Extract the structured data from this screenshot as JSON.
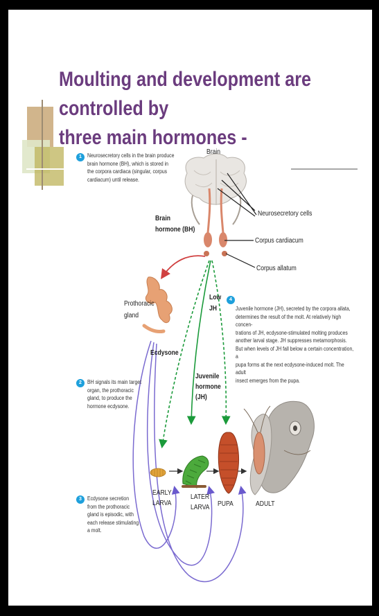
{
  "title": {
    "line1": "Moulting and development are controlled by",
    "line2": "three main hormones -"
  },
  "labels": {
    "brain": "Brain",
    "neurosecretory_cells": "Neurosecretory cells",
    "corpus_cardiacum": "Corpus cardiacum",
    "corpus_allatum": "Corpus allatum",
    "brain_hormone_1": "Brain",
    "brain_hormone_2": "hormone (BH)",
    "prothoracic_1": "Prothoracic",
    "prothoracic_2": "gland",
    "ecdysone": "Ecdysone",
    "low_jh_1": "Low",
    "low_jh_2": "JH",
    "juvenile_1": "Juvenile",
    "juvenile_2": "hormone",
    "juvenile_3": "(JH)",
    "early_larva_1": "EARLY",
    "early_larva_2": "LARVA",
    "later_larva_1": "LATER",
    "later_larva_2": "LARVA",
    "pupa": "PUPA",
    "adult": "ADULT"
  },
  "steps": [
    {
      "num": "1",
      "lines": [
        "Neurosecretory cells in the brain produce",
        "brain hormone (BH), which is stored in",
        "the corpora cardiaca (singular, corpus",
        "cardiacum) until release."
      ]
    },
    {
      "num": "2",
      "lines": [
        "BH signals its main target",
        "organ, the prothoracic",
        "gland, to produce the",
        "hormone ecdysone."
      ]
    },
    {
      "num": "3",
      "lines": [
        "Ecdysone secretion",
        "from the prothoracic",
        "gland is episodic, with",
        "each release stimulating",
        "a molt."
      ]
    },
    {
      "num": "4",
      "lines": [
        "Juvenile hormone (JH), secreted by the corpora allata,",
        "determines the result of the molt. At relatively high concen-",
        "trations of JH, ecdysone-stimulated molting produces",
        "another larval stage. JH suppresses metamorphosis.",
        "But when levels of JH fall below a certain concentration, a",
        "pupa forms at the next ecdysone-induced molt. The adult",
        "insect emerges from the pupa."
      ]
    }
  ]
}
